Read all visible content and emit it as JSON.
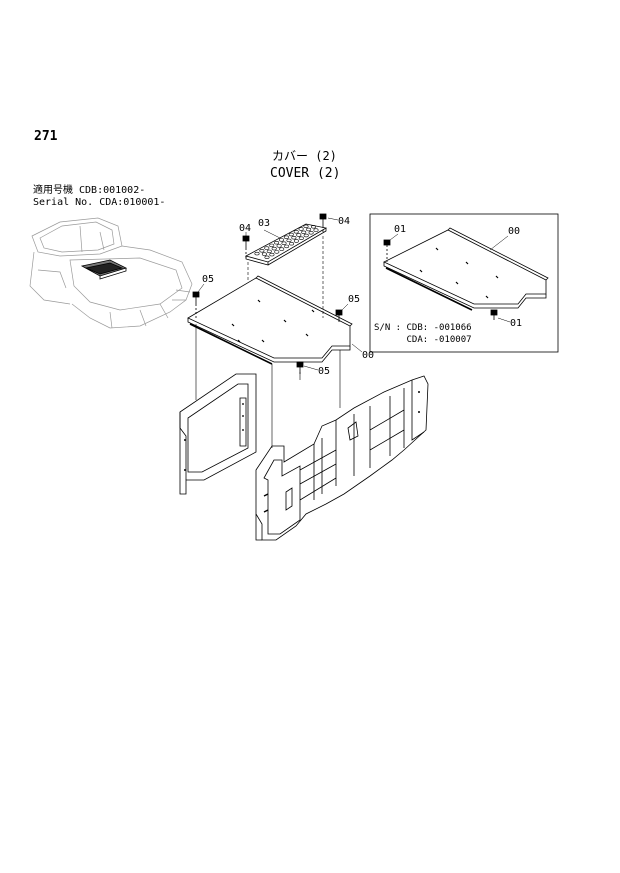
{
  "page_number": "271",
  "title_jp": "カバー (2)",
  "title_en": "COVER (2)",
  "applicability": {
    "line1": "適用号機 CDB:001002-",
    "line2": "Serial No. CDA:010001-"
  },
  "inset_serial": {
    "line1": "S/N : CDB: -001066",
    "line2": "CDA: -010007"
  },
  "callouts": {
    "main_cover": "00",
    "bolt_01": "01",
    "grate_03": "03",
    "bolt_04": "04",
    "bolt_05": "05"
  }
}
